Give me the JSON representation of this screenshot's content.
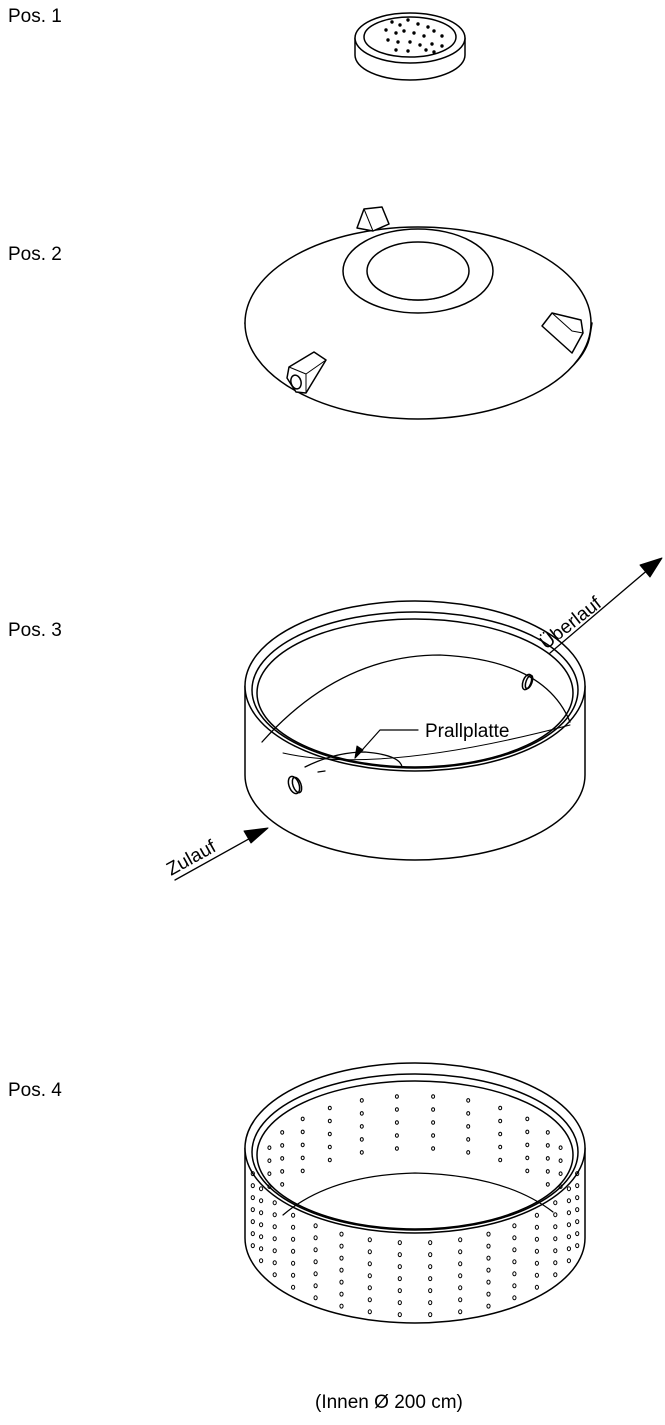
{
  "labels": {
    "pos1": "Pos. 1",
    "pos2": "Pos. 2",
    "pos3": "Pos. 3",
    "pos4": "Pos. 4",
    "inlet": "Zulauf",
    "overflow": "Überlauf",
    "baffle": "Prallplatte",
    "inner_diameter": "(Innen Ø 200 cm)"
  }
}
